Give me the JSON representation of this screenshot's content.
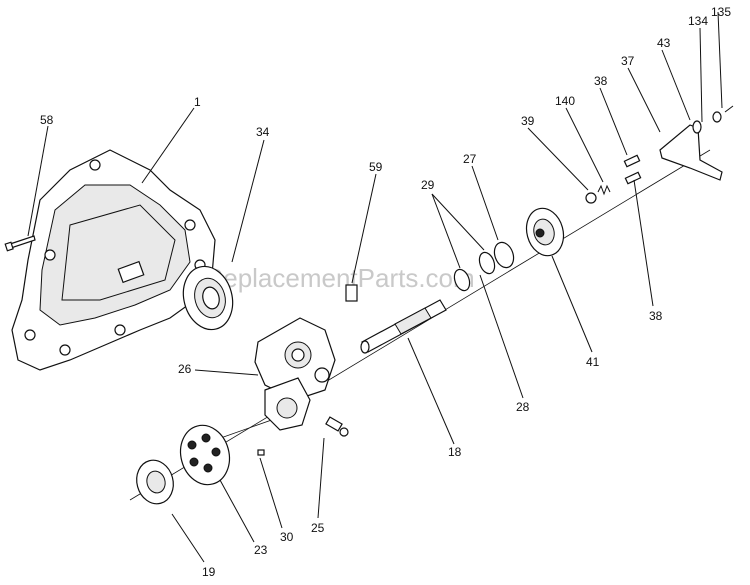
{
  "watermark": "eReplacementParts.com",
  "callouts": [
    {
      "id": "1",
      "label": "1"
    },
    {
      "id": "58",
      "label": "58"
    },
    {
      "id": "34",
      "label": "34"
    },
    {
      "id": "59",
      "label": "59"
    },
    {
      "id": "29",
      "label": "29"
    },
    {
      "id": "27",
      "label": "27"
    },
    {
      "id": "39",
      "label": "39"
    },
    {
      "id": "140",
      "label": "140"
    },
    {
      "id": "38a",
      "label": "38"
    },
    {
      "id": "37",
      "label": "37"
    },
    {
      "id": "43",
      "label": "43"
    },
    {
      "id": "134",
      "label": "134"
    },
    {
      "id": "135",
      "label": "135"
    },
    {
      "id": "38b",
      "label": "38"
    },
    {
      "id": "41",
      "label": "41"
    },
    {
      "id": "28",
      "label": "28"
    },
    {
      "id": "18",
      "label": "18"
    },
    {
      "id": "26",
      "label": "26"
    },
    {
      "id": "25",
      "label": "25"
    },
    {
      "id": "30",
      "label": "30"
    },
    {
      "id": "23",
      "label": "23"
    },
    {
      "id": "19",
      "label": "19"
    }
  ]
}
